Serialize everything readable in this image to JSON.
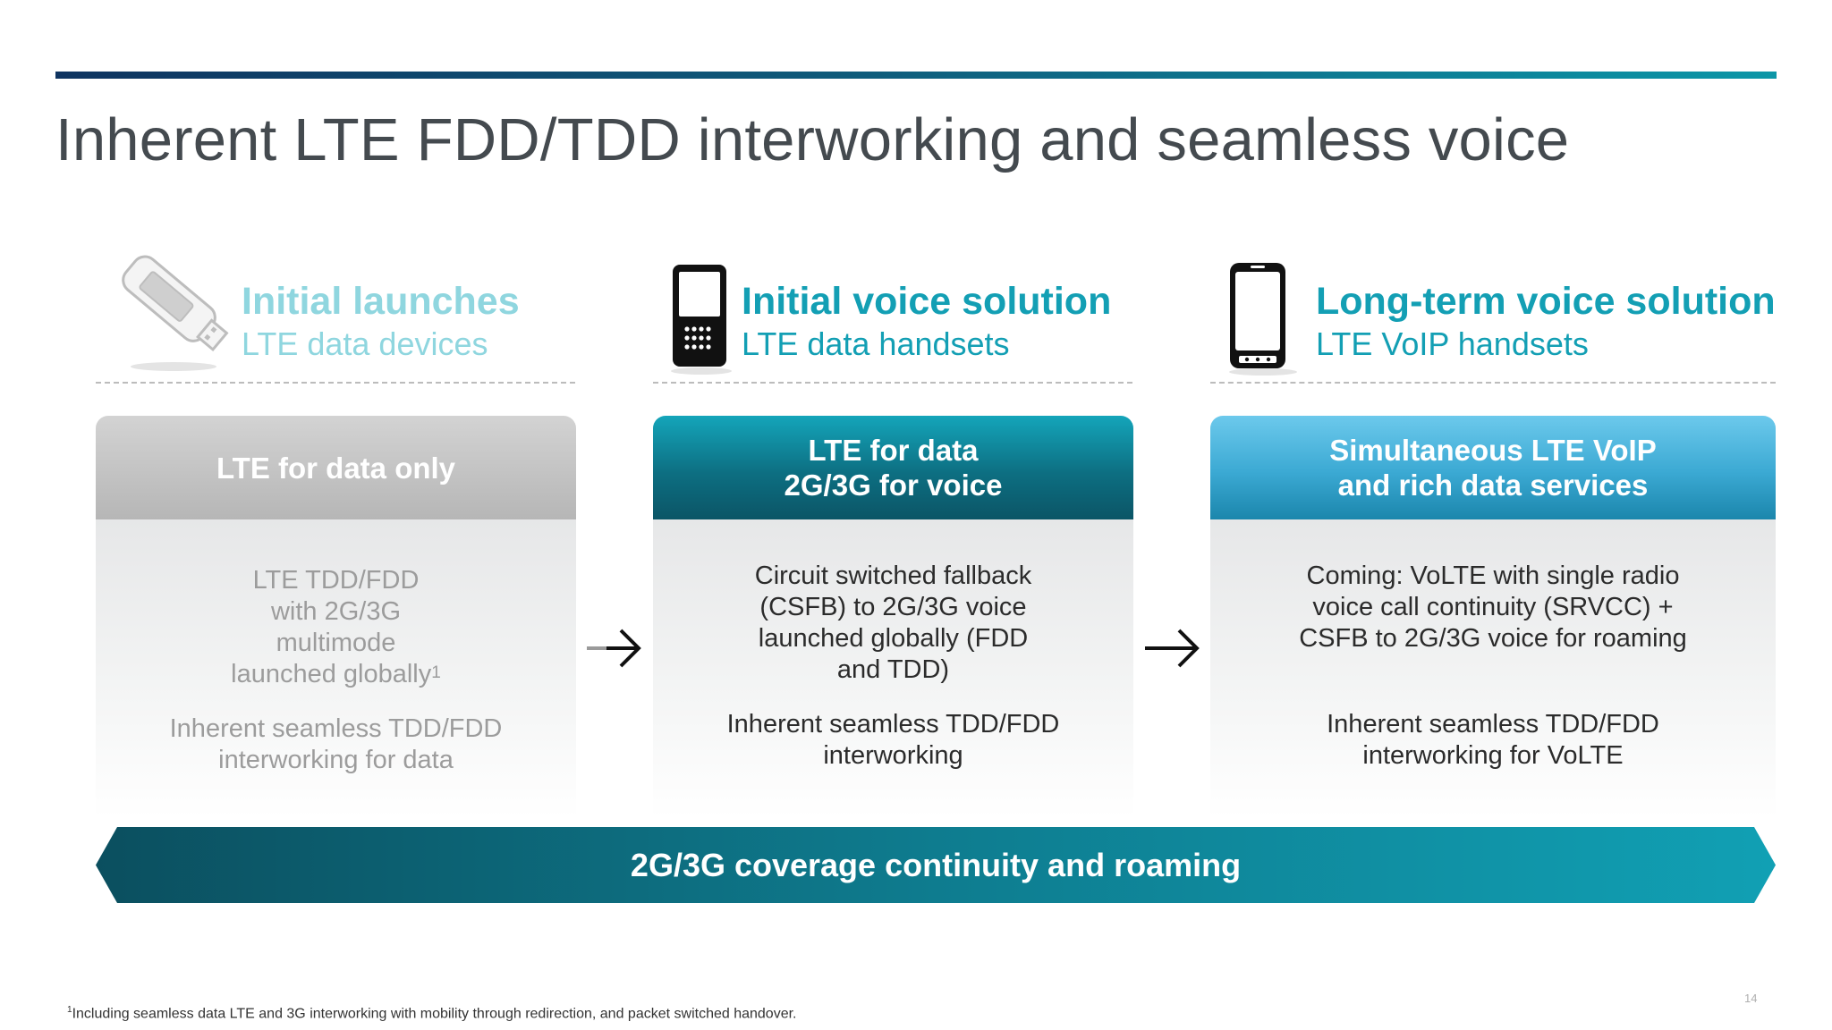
{
  "title": "Inherent LTE FDD/TDD interworking and seamless voice",
  "columns": [
    {
      "heading": "Initial launches",
      "subheading": "LTE data devices",
      "icon": "usb-modem-icon",
      "panel_title": "LTE for data only",
      "body_1": "LTE TDD/FDD with 2G/3G multimode launched globally",
      "body_1_sup": "1",
      "body_2": "Inherent seamless TDD/FDD interworking for data"
    },
    {
      "heading": "Initial voice solution",
      "subheading": "LTE data handsets",
      "icon": "feature-phone-icon",
      "panel_title": "LTE for data 2G/3G for voice",
      "body_1": "Circuit switched fallback (CSFB) to 2G/3G voice launched globally (FDD and TDD)",
      "body_2": "Inherent seamless TDD/FDD interworking"
    },
    {
      "heading": "Long-term voice solution",
      "subheading": "LTE VoIP handsets",
      "icon": "smartphone-icon",
      "panel_title": "Simultaneous LTE VoIP and rich data services",
      "body_1": "Coming: VoLTE with single radio voice call continuity (SRVCC) + CSFB to 2G/3G voice for roaming",
      "body_2": "Inherent seamless TDD/FDD interworking for VoLTE"
    }
  ],
  "banner": "2G/3G coverage continuity and roaming",
  "footnote_marker": "1",
  "footnote": "Including seamless data LTE and 3G interworking with mobility through redirection, and packet switched handover.",
  "page_number": "14",
  "colors": {
    "teal_dark": "#0d5f73",
    "teal": "#13a3b8",
    "light_blue": "#4fb9dd",
    "faded_teal": "#8fd6df",
    "gray_text": "#9c9c9c"
  }
}
